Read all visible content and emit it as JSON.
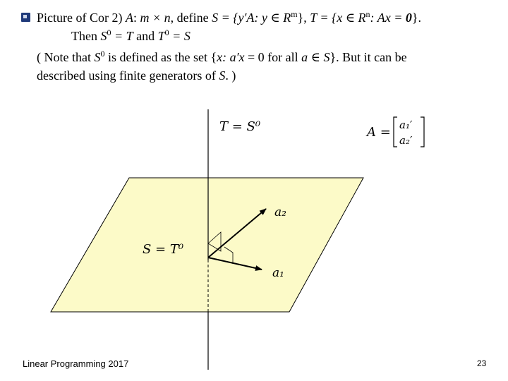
{
  "slide": {
    "bullet_icon": "square-bullet-icon",
    "line1": {
      "a": "Picture of Cor 2) ",
      "b": "A",
      "c": ": ",
      "d": "m × n",
      "e": ", define  ",
      "f": "S = {y′A: y ∈ R",
      "f_sup": "m",
      "g": "}, ",
      "h": "T = {x ∈ R",
      "h_sup": "n",
      "i": ": Ax = ",
      "j": "0",
      "k": "}."
    },
    "line2": {
      "a": "Then  ",
      "b": "S",
      "b_sup": "0",
      "c": " = T",
      "d": "  and  ",
      "e": "T",
      "e_sup": "0",
      "f": " = S"
    },
    "line3": {
      "a": "( Note that ",
      "b": "S",
      "b_sup": "0",
      "c": " is defined as the set {",
      "d": "x: a′x",
      "e": " = 0 for all ",
      "f": "a ∈ S",
      "g": "}.  But it can be"
    },
    "line4": {
      "a": "described using finite generators of ",
      "b": "S",
      "c": ".  )"
    }
  },
  "diagram": {
    "label_t": "T = S⁰",
    "label_s": "S = T⁰",
    "label_a2": "a₂",
    "label_a1": "a₁",
    "matrix_lhs": "A =",
    "matrix_row1": "a₁′",
    "matrix_row2": "a₂′",
    "plane_color": "#fcfac8"
  },
  "footer": {
    "left": "Linear Programming 2017",
    "page_number": "23"
  }
}
